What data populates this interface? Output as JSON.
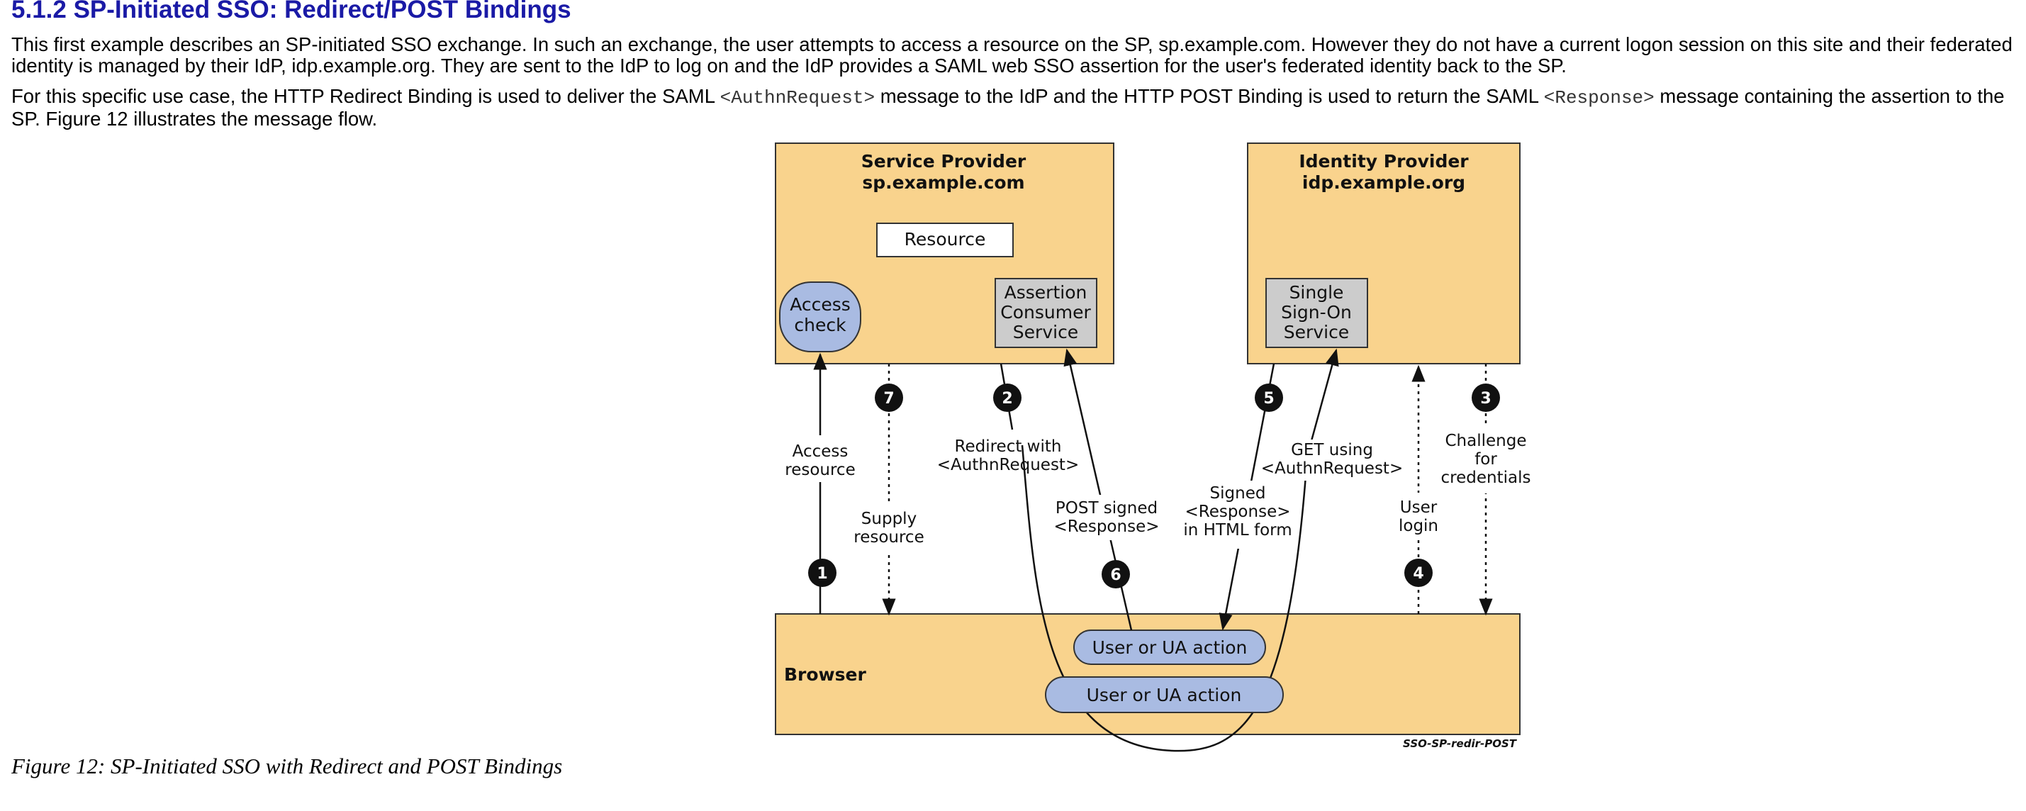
{
  "section": {
    "heading": "5.1.2 SP-Initiated SSO: Redirect/POST Bindings",
    "paragraph1": "This first example describes an SP-initiated SSO exchange. In such an exchange, the user attempts to access a resource on the SP, sp.example.com. However they do not have a current logon session on this site and their federated identity is managed by their IdP, idp.example.org. They are sent to the IdP to log on and the IdP provides a SAML web SSO assertion for the user's federated identity back to the SP.",
    "paragraph2": {
      "part1": "For this specific use case, the HTTP Redirect Binding is used to deliver the SAML ",
      "code1": "<AuthnRequest>",
      "part2": " message to the IdP and the HTTP POST Binding is used to return the SAML ",
      "code2": "<Response>",
      "part3": " message containing the assertion to the SP. Figure 12 illustrates the message flow."
    },
    "caption": "Figure 12: SP-Initiated SSO with Redirect and POST Bindings"
  },
  "diagram": {
    "colors": {
      "box_fill": "#f9d38d",
      "oval_fill": "#a9bbe2",
      "service_fill": "#cccccc",
      "line": "#111111"
    },
    "sp": {
      "title": "Service Provider",
      "host": "sp.example.com",
      "resource": "Resource",
      "access_check": [
        "Access",
        "check"
      ],
      "acs": [
        "Assertion",
        "Consumer",
        "Service"
      ]
    },
    "idp": {
      "title": "Identity Provider",
      "host": "idp.example.org",
      "sso": [
        "Single",
        "Sign-On",
        "Service"
      ]
    },
    "browser": {
      "label": "Browser",
      "action_upper": "User or UA action",
      "action_lower": "User or UA action"
    },
    "steps": {
      "s1": "1",
      "s2": "2",
      "s3": "3",
      "s4": "4",
      "s5": "5",
      "s6": "6",
      "s7": "7"
    },
    "labels": {
      "access_resource": [
        "Access",
        "resource"
      ],
      "supply_resource": [
        "Supply",
        "resource"
      ],
      "redirect_with": [
        "Redirect with",
        "<AuthnRequest>"
      ],
      "post_signed": [
        "POST signed",
        "<Response>"
      ],
      "signed_response": [
        "Signed",
        "<Response>",
        "in HTML form"
      ],
      "get_using": [
        "GET using",
        "<AuthnRequest>"
      ],
      "user_login": [
        "User",
        "login"
      ],
      "challenge": [
        "Challenge",
        "for",
        "credentials"
      ]
    },
    "watermark": "SSO-SP-redir-POST"
  }
}
